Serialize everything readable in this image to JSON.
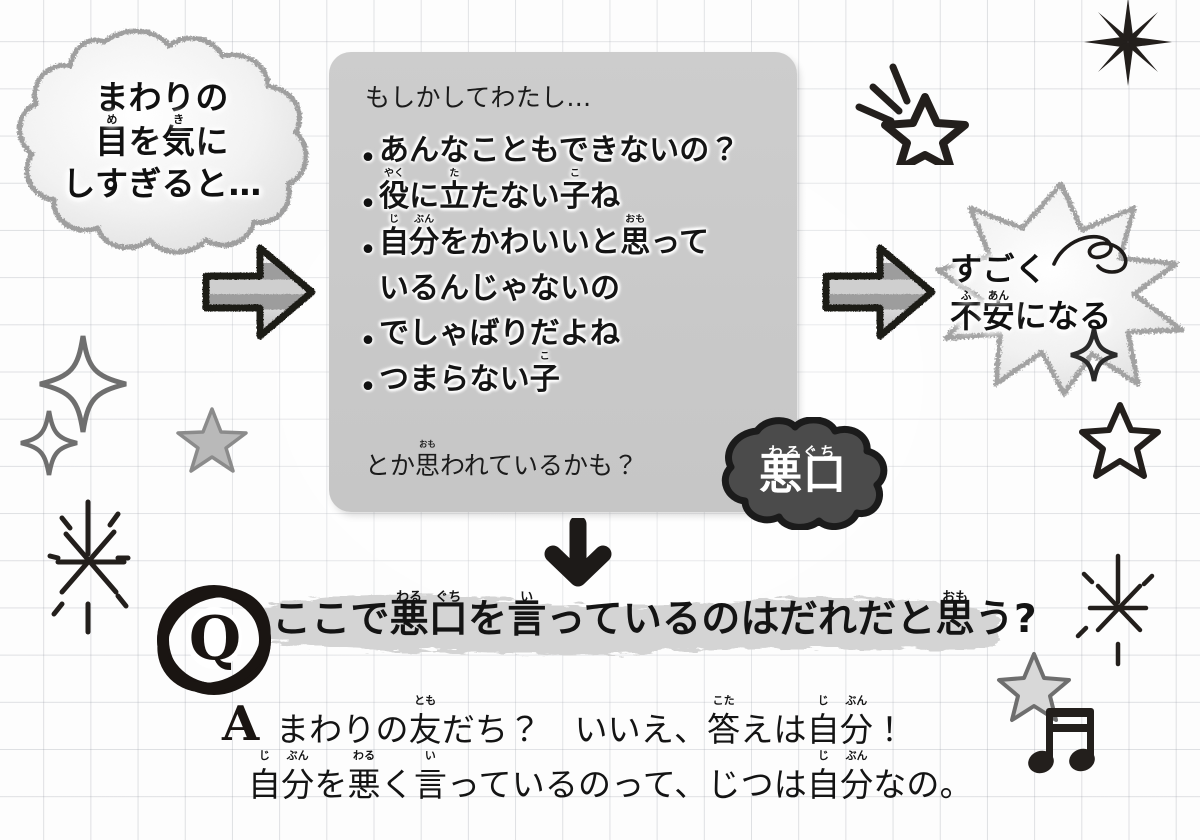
{
  "page": {
    "language": "ja",
    "background": "graph-paper",
    "colors": {
      "paper": "#fdfdfd",
      "grid_line": "#9aa0aa",
      "panel_gray": "#c9c9c9",
      "ink_black": "#141414",
      "badge_dark": "#4b4b4b",
      "arrow_gray": "#a8a8a8"
    }
  },
  "left_cloud": {
    "name": "cause-cloud",
    "lines": [
      {
        "text": "まわりの",
        "ruby": []
      },
      {
        "text": "目を気に",
        "ruby": [
          {
            "base": "目",
            "reading": "め"
          },
          {
            "base": "気",
            "reading": "き"
          }
        ]
      },
      {
        "text": "しすぎると…",
        "ruby": []
      }
    ],
    "plain": "まわりの目を気にしすぎると…"
  },
  "arrow_1": {
    "name": "arrow-right-1",
    "direction": "right"
  },
  "panel": {
    "heading": "もしかしてわたし…",
    "bullets": [
      {
        "bullet": "•",
        "text": "あんなこともできないの？",
        "ruby": []
      },
      {
        "bullet": "•",
        "text": "役に立たない子ね",
        "ruby": [
          {
            "base": "役",
            "reading": "やく"
          },
          {
            "base": "立",
            "reading": "た"
          },
          {
            "base": "子",
            "reading": "こ"
          }
        ]
      },
      {
        "bullet": "•",
        "text": "自分をかわいいと思って",
        "ruby": [
          {
            "base": "自",
            "reading": "じ"
          },
          {
            "base": "分",
            "reading": "ぶん"
          },
          {
            "base": "思",
            "reading": "おも"
          }
        ]
      },
      {
        "bullet": "",
        "text": "いるんじゃないの",
        "ruby": []
      },
      {
        "bullet": "•",
        "text": "でしゃばりだよね",
        "ruby": []
      },
      {
        "bullet": "•",
        "text": "つまらない子",
        "ruby": [
          {
            "base": "子",
            "reading": "こ"
          }
        ]
      }
    ],
    "footer": "とか思われているかも？",
    "footer_ruby": [
      {
        "base": "思",
        "reading": "おも"
      }
    ]
  },
  "arrow_2": {
    "name": "arrow-right-2",
    "direction": "right"
  },
  "right_cloud": {
    "name": "effect-cloud",
    "lines": [
      {
        "text": "すごく",
        "ruby": []
      },
      {
        "text": "不安になる",
        "ruby": [
          {
            "base": "不",
            "reading": "ふ"
          },
          {
            "base": "安",
            "reading": "あん"
          }
        ]
      }
    ],
    "plain": "すごく不安になる"
  },
  "warukuchi_badge": {
    "name": "warukuchi-badge",
    "label": "悪口",
    "reading": "わるぐち"
  },
  "arrow_down": {
    "name": "arrow-down",
    "direction": "down"
  },
  "question": {
    "badge_letter": "Q",
    "text": "ここで悪口を言っているのはだれだと思う?",
    "ruby": [
      {
        "base": "悪",
        "reading": "わる"
      },
      {
        "base": "口",
        "reading": "ぐち"
      },
      {
        "base": "言",
        "reading": "い"
      },
      {
        "base": "思",
        "reading": "おも"
      }
    ]
  },
  "answer": {
    "badge_letter": "A",
    "line1": "まわりの友だち？　いいえ、答えは自分！",
    "line1_ruby": [
      {
        "base": "友",
        "reading": "とも"
      },
      {
        "base": "答",
        "reading": "こた"
      },
      {
        "base": "自",
        "reading": "じ"
      },
      {
        "base": "分",
        "reading": "ぶん"
      }
    ],
    "line2": "自分を悪く言っているのって、じつは自分なの。",
    "line2_ruby": [
      {
        "base": "自",
        "reading": "じ"
      },
      {
        "base": "分",
        "reading": "ぶん"
      },
      {
        "base": "悪",
        "reading": "わる"
      },
      {
        "base": "言",
        "reading": "い"
      },
      {
        "base": "自",
        "reading": "じ"
      },
      {
        "base": "分",
        "reading": "ぶん"
      }
    ]
  },
  "decorations": [
    {
      "name": "sparkle-burst-8point",
      "position": "top-right"
    },
    {
      "name": "shooting-star",
      "position": "top-right"
    },
    {
      "name": "sparkle-diamond-large",
      "position": "left-middle"
    },
    {
      "name": "sparkle-diamond-small",
      "position": "left-middle"
    },
    {
      "name": "star-gray-filled",
      "position": "left-middle"
    },
    {
      "name": "sparkle-burst-hand-drawn",
      "position": "bottom-left"
    },
    {
      "name": "star-outline-black",
      "position": "right-middle"
    },
    {
      "name": "sparkle-diamond-right",
      "position": "right-middle"
    },
    {
      "name": "sparkle-burst-right",
      "position": "right-lower"
    },
    {
      "name": "star-gray-outline",
      "position": "bottom-right"
    },
    {
      "name": "music-note-beamed",
      "position": "bottom-right"
    },
    {
      "name": "squiggle-doodle",
      "position": "right-cloud"
    }
  ]
}
